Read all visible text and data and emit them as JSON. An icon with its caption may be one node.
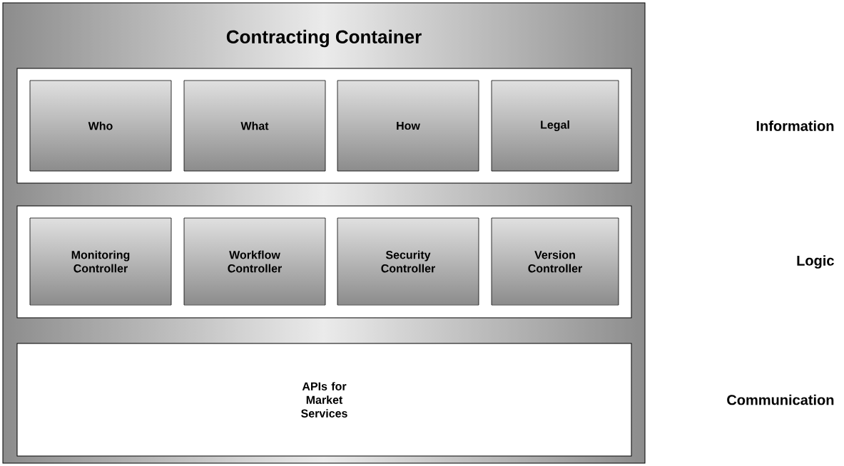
{
  "diagram": {
    "nodes": [
      {
        "text": [
          "Contracting Container"
        ]
      },
      {
        "text": [],
        "shape": "box",
        "in": 0
      },
      {
        "text": [
          "Who"
        ],
        "in": 1
      },
      {
        "text": [
          "What"
        ],
        "in": 1
      },
      {
        "text": [
          "How"
        ],
        "in": 1
      },
      {
        "text": [
          "Legal"
        ],
        "in": 1
      },
      {
        "text": [],
        "shape": "box",
        "in": 0
      },
      {
        "text": [
          "Monitoring Controller"
        ],
        "in": 6
      },
      {
        "text": [
          "Workflow Controller"
        ],
        "in": 6
      },
      {
        "text": [
          "Security Controller"
        ],
        "in": 6
      },
      {
        "text": [
          "Version Controller"
        ],
        "in": 6
      },
      {
        "text": [
          "APIs for Market Services"
        ],
        "in": 0
      }
    ],
    "labels": [
      "Information",
      "Logic",
      "Communication"
    ]
  }
}
